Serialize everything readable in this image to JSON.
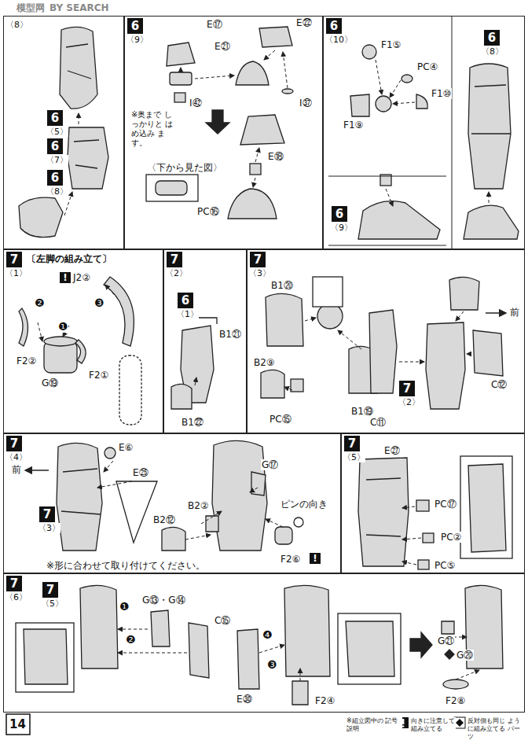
{
  "diagram": {
    "nodes": [
      {
        "text": [
          "〈8〉"
        ]
      },
      {
        "text": [
          "6",
          "〈9〉"
        ]
      },
      {
        "text": [
          "6",
          "〈10〉"
        ]
      },
      {
        "text": [
          "7",
          "〈1〉",
          "〔左脚の組み立て〕"
        ]
      },
      {
        "text": [
          "7",
          "〈2〉"
        ]
      },
      {
        "text": [
          "7",
          "〈3〉"
        ]
      },
      {
        "text": [
          "7",
          "〈4〉"
        ]
      },
      {
        "text": [
          "7",
          "〈5〉"
        ]
      },
      {
        "text": [
          "7",
          "〈6〉"
        ]
      }
    ],
    "labels": [
      "模型网",
      "BY SEARCH",
      "6",
      "〈5〉",
      "6",
      "〈7〉",
      "6",
      "〈8〉",
      "E⑰",
      "E㉒",
      "E㉑",
      "※奥まで しっかりと はめ込み ます。",
      "I㊷",
      "I㊲",
      "E⑱",
      "〈下から見た図〉",
      "PC⑯",
      "F1⑤",
      "PC④",
      "F1⑩",
      "F1⑨",
      "6",
      "〈9〉",
      "6",
      "〈8〉",
      "!",
      "J2②",
      "❷",
      "❸",
      "❶",
      "F2②",
      "G⑲",
      "F2①",
      "6",
      "〈1〉",
      "B1㉑",
      "B1㉒",
      "B1⑳",
      "B2⑨",
      "PC⑮",
      "B1⑲",
      "7",
      "〈2〉",
      "C⑪",
      "C⑫",
      "前",
      "前",
      "E⑥",
      "E㉕",
      "7",
      "〈3〉",
      "※形に合わせて取り付けてください。",
      "G⑰",
      "B2②",
      "B2⑫",
      "ピンの向き",
      "F2⑥",
      "!",
      "E㉗",
      "PC⑰",
      "PC②",
      "PC⑤",
      "7",
      "〈5〉",
      "❶",
      "G⑬・G⑭",
      "C⑮",
      "❷",
      "❹",
      "❸",
      "E㉚",
      "F2④",
      "G㉑",
      "G⑳",
      "F2⑧",
      "14",
      "※組立図中の 記号説明"
    ],
    "legend": [
      {
        "text": "向きに注意して 組み立てる"
      },
      {
        "text": "反対側も同じ ように組み立てる パーツ"
      }
    ]
  }
}
